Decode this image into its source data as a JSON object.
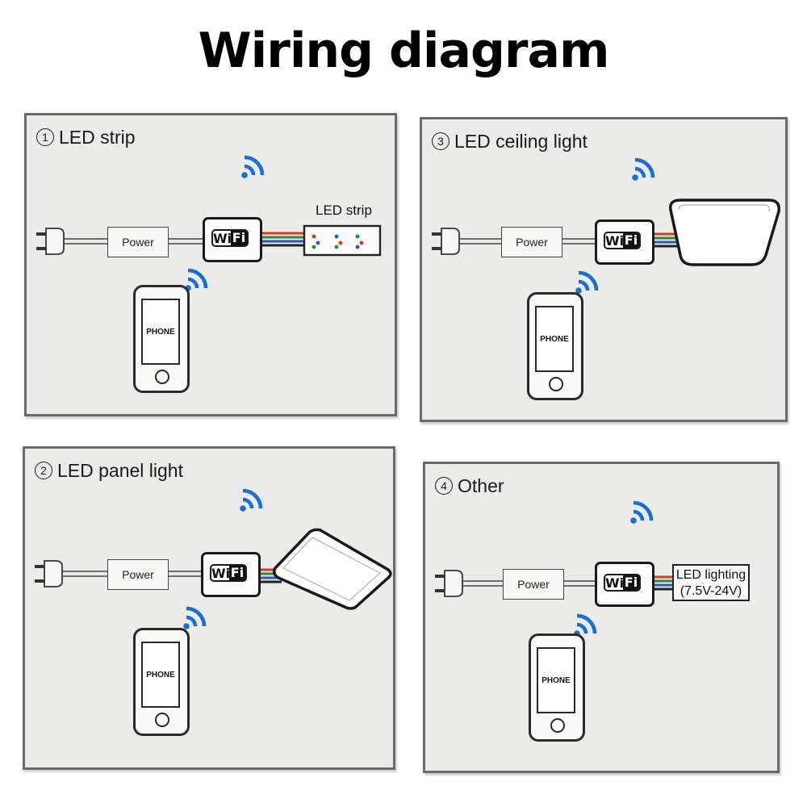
{
  "title": "Wiring diagram",
  "colors": {
    "panel_bg": "#ebebea",
    "panel_border": "#6a6a6a",
    "wifi_signal": "#1a6fd1",
    "wire_red": "#d23a2a",
    "wire_green": "#2b8a3a",
    "wire_blue": "#2d55c2"
  },
  "icons": [
    "plug-icon",
    "wifi-signal-icon",
    "wifi-controller-icon",
    "phone-icon"
  ],
  "common": {
    "power_label": "Power",
    "wifi_w": "Wi",
    "wifi_fi": "Fi",
    "phone_label": "PHONE"
  },
  "panels": [
    {
      "number": "1",
      "title": "LED strip",
      "device_label": "LED strip"
    },
    {
      "number": "3",
      "title": "LED ceiling light"
    },
    {
      "number": "2",
      "title": "LED panel light"
    },
    {
      "number": "4",
      "title": "Other",
      "device_line1": "LED lighting",
      "device_line2": "(7.5V-24V)"
    }
  ]
}
